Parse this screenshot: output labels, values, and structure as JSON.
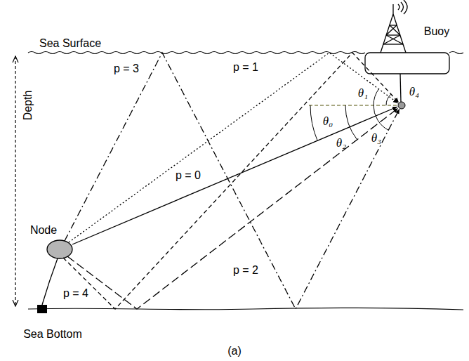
{
  "diagram": {
    "caption": "(a)",
    "labels": [
      "Sea Surface",
      "Buoy",
      "Depth",
      "Node",
      "Sea Bottom",
      "p = 3",
      "p = 1",
      "θ₁",
      "θ₄",
      "θ₀",
      "p = 0",
      "θ₂",
      "θ₃",
      "p = 4",
      "p = 2"
    ]
  }
}
